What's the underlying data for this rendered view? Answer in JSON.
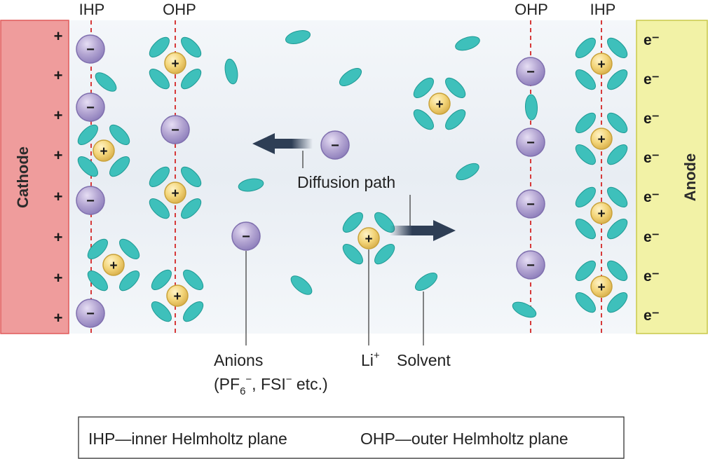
{
  "planes": {
    "ihp_left": "IHP",
    "ohp_left": "OHP",
    "ohp_right": "OHP",
    "ihp_right": "IHP"
  },
  "electrodes": {
    "cathode_label": "Cathode",
    "anode_label": "Anode",
    "cathode_charge": "+",
    "anode_charge": "e⁻"
  },
  "labels": {
    "diffusion": "Diffusion path",
    "anions_line1": "Anions",
    "anions_line2_open": "(PF",
    "anions_line2_sub": "6",
    "anions_line2_sup": "−",
    "anions_line2_rest": ", FSI",
    "anions_line2_sup2": "−",
    "anions_line2_end": " etc.)",
    "li": "Li",
    "li_sup": "+",
    "solvent": "Solvent"
  },
  "legend": {
    "ihp_text": "IHP—inner Helmholtz plane",
    "ohp_text": "OHP—outer Helmholtz plane"
  },
  "ion_signs": {
    "cation": "+",
    "anion": "−"
  },
  "colors": {
    "cathode_fill": "#ef9c9c",
    "cathode_stroke": "#e05a5a",
    "anode_fill": "#f2f2a6",
    "anode_stroke": "#c9c94a",
    "electrolyte": "#eef2f6",
    "plane_line": "#d63a3a",
    "solvent_fill": "#3ec0bb",
    "solvent_stroke": "#1f9a95",
    "cation_fill": "#f3d57a",
    "cation_stroke": "#c9a23a",
    "anion_fill": "#b3a5d2",
    "anion_stroke": "#7f6fae",
    "arrow": "#2e3e55"
  }
}
